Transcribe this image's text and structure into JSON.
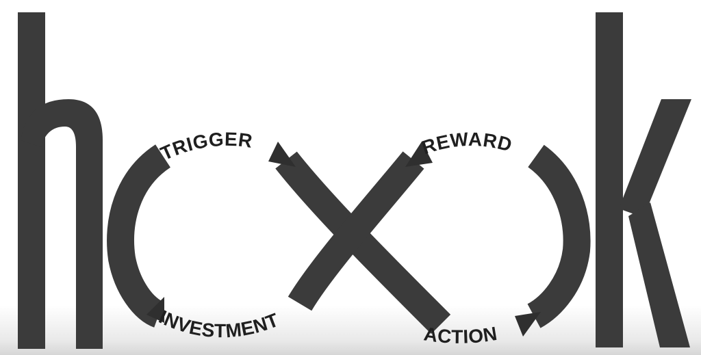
{
  "logo": {
    "text": "hook",
    "ink_color": "#3b3b3b",
    "arrow_color": "#2f2f2f",
    "label_color": "#1f1f1f"
  },
  "cycle": {
    "stages": [
      {
        "id": "trigger",
        "label": "TRIGGER"
      },
      {
        "id": "reward",
        "label": "REWARD"
      },
      {
        "id": "action",
        "label": "ACTION"
      },
      {
        "id": "investment",
        "label": "INVESTMENT"
      }
    ],
    "arrow_icon": "triangle-arrow"
  }
}
